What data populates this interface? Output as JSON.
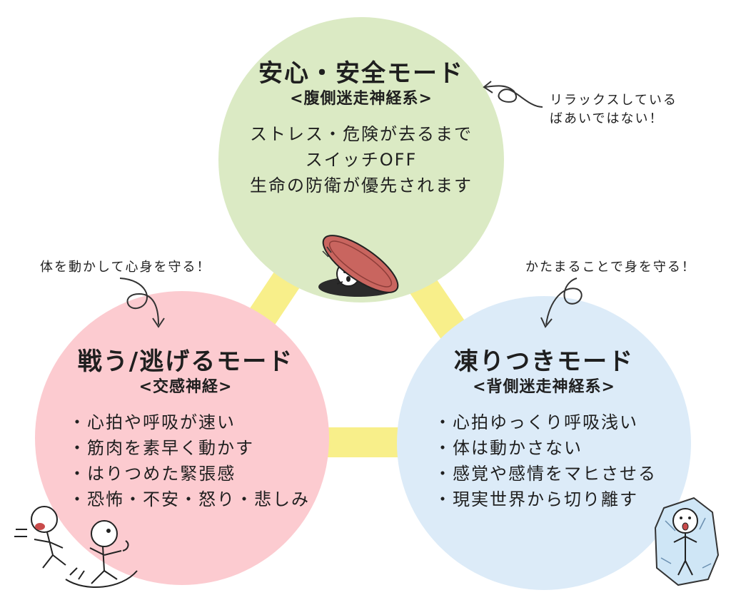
{
  "colors": {
    "safe_circle": "#dbeac4",
    "fight_circle": "#fccbd0",
    "freeze_circle": "#dcebf8",
    "connector": "#f8ef8a",
    "lid": "#c9655f"
  },
  "safe": {
    "title": "安心・安全モード",
    "subtitle": "<腹側迷走神経系>",
    "lines": [
      "ストレス・危険が去るまで",
      "スイッチOFF",
      "生命の防衛が優先されます"
    ]
  },
  "fight": {
    "title": "戦う/逃げるモード",
    "subtitle": "<交感神経>",
    "items": [
      "・心拍や呼吸が速い",
      "・筋肉を素早く動かす",
      "・はりつめた緊張感",
      "・恐怖・不安・怒り・悲しみ"
    ]
  },
  "freeze": {
    "title": "凍りつきモード",
    "subtitle": "<背側迷走神経系>",
    "items": [
      "・心拍ゆっくり呼吸浅い",
      "・体は動かさない",
      "・感覚や感情をマヒさせる",
      "・現実世界から切り離す"
    ]
  },
  "notes": {
    "relax": [
      "リラックスしている",
      "ばあいではない！"
    ],
    "move": "体を動かして心身を守る！",
    "still": "かたまることで身を守る！"
  },
  "icons": {
    "manhole": "person-peeking-from-manhole-icon",
    "runners": "running-people-icon",
    "frozen": "person-frozen-in-ice-icon",
    "arrows": "curly-arrow-icon"
  }
}
